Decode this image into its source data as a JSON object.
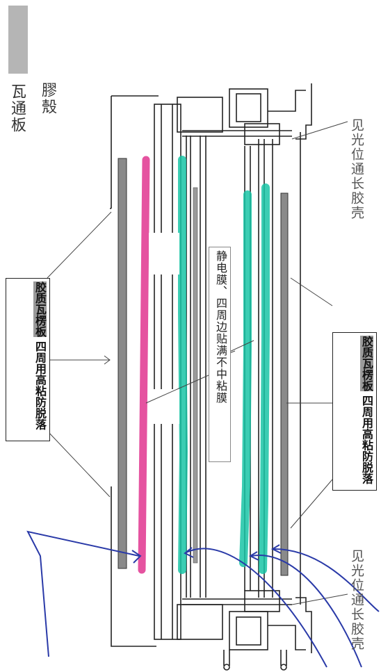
{
  "labels": {
    "left_top_1": "膠殼",
    "left_top_2": "瓦通板",
    "top_right": "见光位通长胶壳",
    "bottom_right": "见光位通长胶壳",
    "center": "静电膜、四周边贴满不中粘膜",
    "left_box_line1": "胶质瓦楞板",
    "left_box_line2": "四周用高粘防脱落",
    "right_box_line1": "胶质瓦楞板",
    "right_box_line2": "四周用高粘防脱落"
  },
  "colors": {
    "pink_marker": "#e0358f",
    "teal_marker": "#19c4a6",
    "pen_blue": "#2a3aa8",
    "gray_swatch": "#b5b5b5",
    "line": "#222222"
  }
}
